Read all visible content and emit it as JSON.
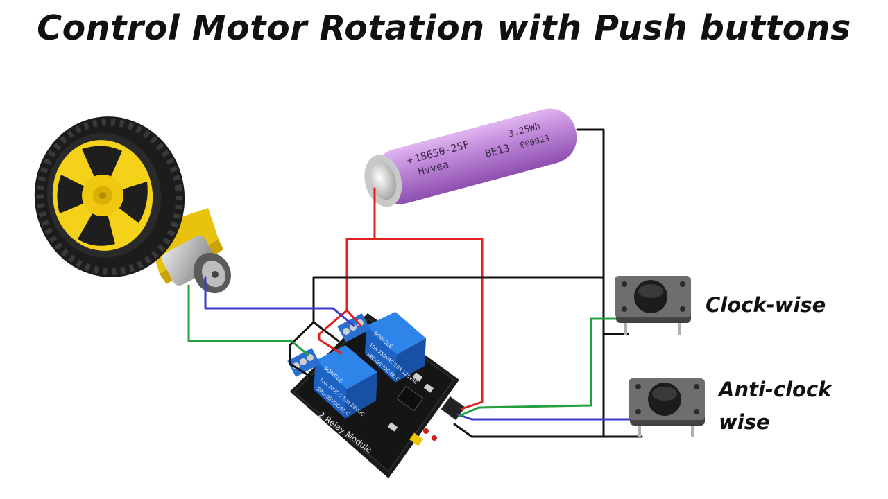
{
  "title": "Control Motor Rotation with Push buttons",
  "buttons": {
    "clockwise_label": "Clock-wise",
    "anticlockwise_line1": "Anti-clock",
    "anticlockwise_line2": "wise"
  },
  "battery": {
    "line1": "18650-25F",
    "line2": "Hvvea",
    "line3": "BE13",
    "line4": "3.25Wh",
    "line5": "000023",
    "plus": "+"
  },
  "relay": {
    "board_label": "2 Relay Module",
    "brand": "SONGLE",
    "model": "SRD-05VDC-SL-C",
    "rating1": "10A 250VAC  10A 125VAC",
    "rating2": "10A 30VDC  10A 28VDC"
  },
  "colors": {
    "wire_red": "#e02020",
    "wire_black": "#111111",
    "wire_blue": "#3a3ac8",
    "wire_green": "#22a040",
    "battery_purple": "#b57ad0",
    "relay_blue": "#1f6fd6",
    "wheel_yellow": "#f4d21a"
  }
}
